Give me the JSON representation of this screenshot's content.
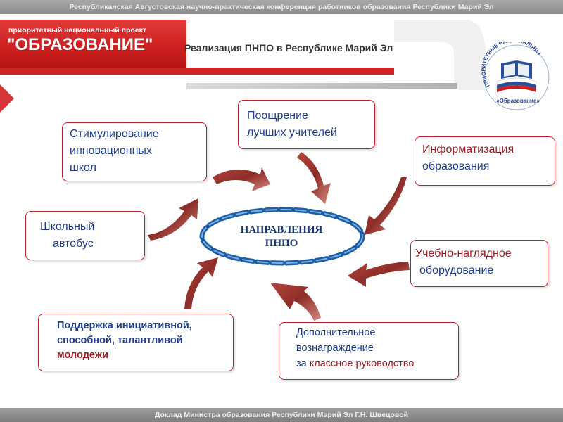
{
  "header": {
    "conference": "Республиканская Августовская научно-практическая конференция работников образования Республики Марий Эл",
    "project_small": "приоритетный национальный проект",
    "project_big": "\"ОБРАЗОВАНИЕ\"",
    "title": "Реализация ПНПО  в Республике Марий Эл",
    "logo_arc": "ПРИОРИТЕТНЫЕ НАЦИОНАЛЬНЫЕ ПРОЕКТЫ",
    "logo_label": "«Образование»"
  },
  "diagram": {
    "center": {
      "line1": "НАПРАВЛЕНИЯ",
      "line2": "ПНПО"
    },
    "nodes": {
      "innovative_schools": [
        "Стимулирование",
        "инновационных",
        "школ"
      ],
      "best_teachers": [
        "Поощрение",
        "лучших учителей"
      ],
      "informatization": [
        "Информатизация",
        "образования"
      ],
      "school_bus": [
        "Школьный",
        "автобус"
      ],
      "equipment": [
        "Учебно-наглядное",
        "оборудование"
      ],
      "youth_support": [
        "Поддержка инициативной,",
        "способной, талантливой",
        "молодежи"
      ],
      "reward": [
        "Дополнительное",
        "вознаграждение",
        "за ",
        "классное руководство"
      ]
    }
  },
  "footer": {
    "report": "Доклад Министра образования Республики Марий Эл Г.Н. Швецовой"
  },
  "colors": {
    "accent_red": "#cc1f1f",
    "box_border": "#c0202a",
    "text_blue": "#1f3d8c",
    "text_red": "#9a1d24",
    "ellipse_blue": "#1d5fa6"
  }
}
